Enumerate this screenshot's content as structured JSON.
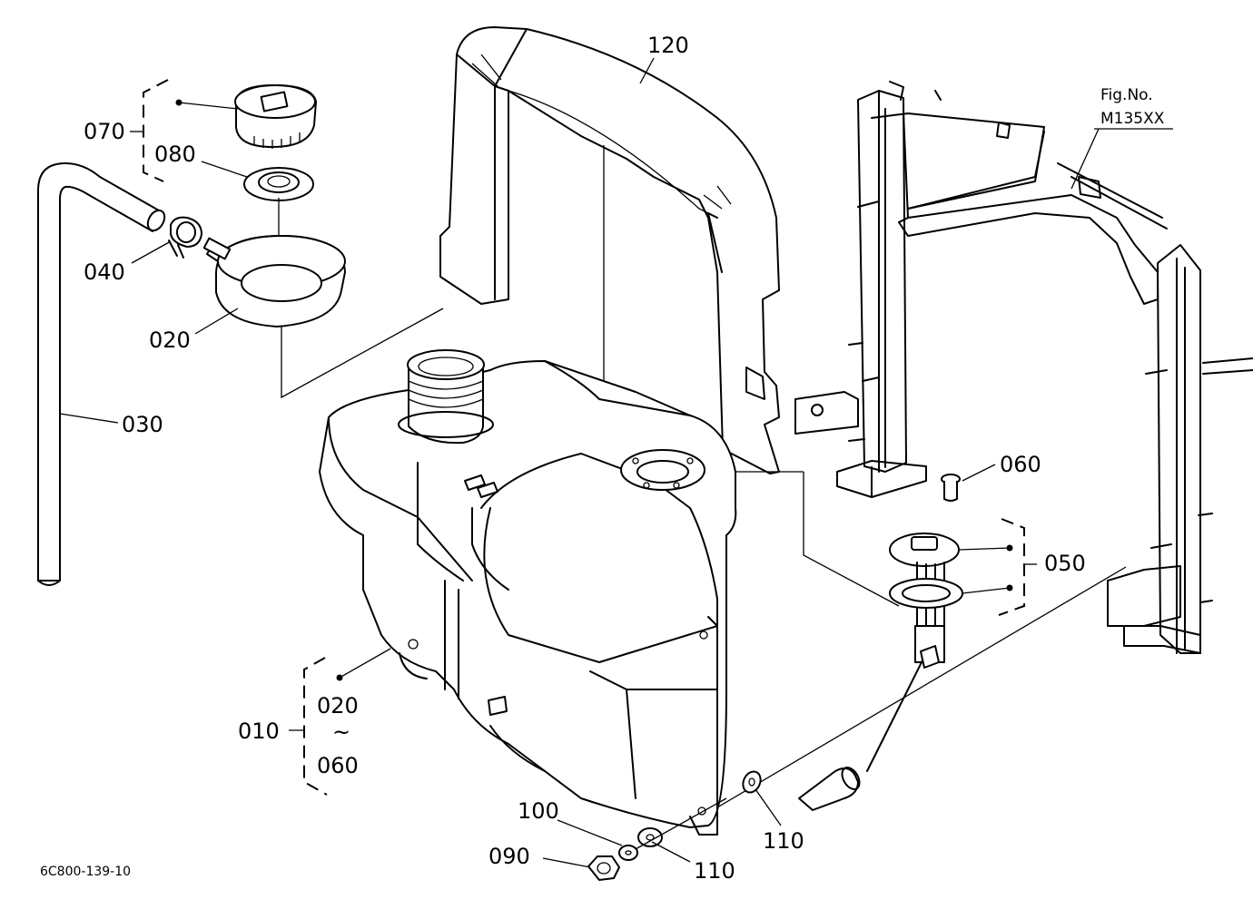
{
  "figure": {
    "ref_label": "Fig.No.",
    "ref_number": "M135XX",
    "drawing_code": "6C800-139-10"
  },
  "callouts": {
    "p120": "120",
    "p070": "070",
    "p080": "080",
    "p040": "040",
    "p020a": "020",
    "p030": "030",
    "p060a": "060",
    "p050": "050",
    "p010": "010",
    "p020b": "020",
    "tilde": "~",
    "p060b": "060",
    "p100": "100",
    "p090": "090",
    "p110a": "110",
    "p110b": "110"
  }
}
